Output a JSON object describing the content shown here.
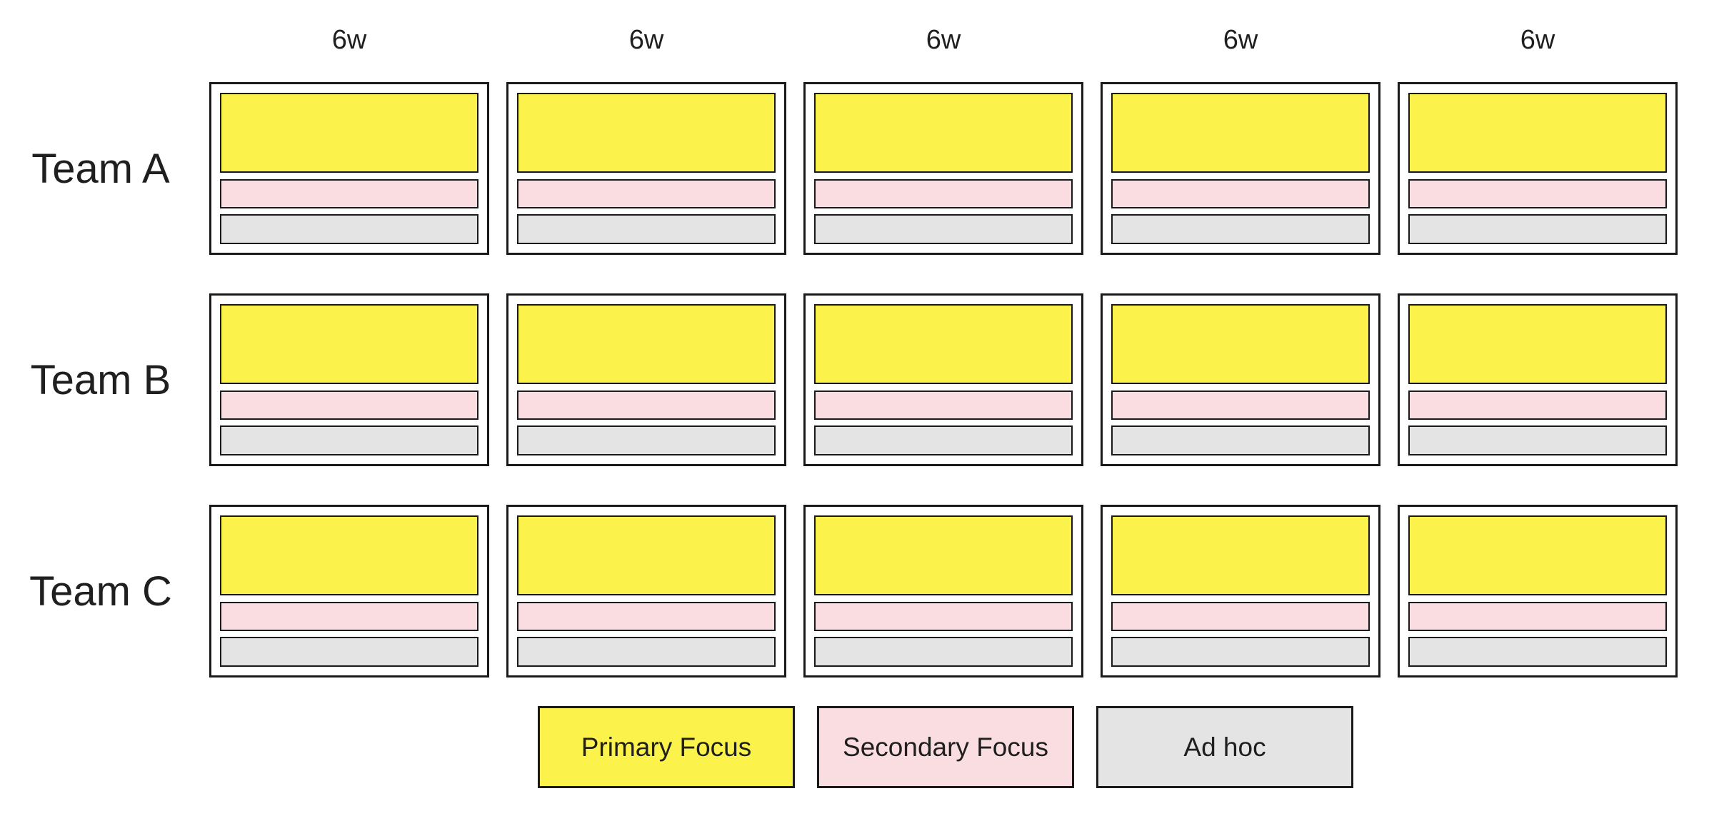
{
  "diagram": {
    "background_color": "#ffffff",
    "border_color": "#1a1a1a",
    "text_color": "#1f1f1f"
  },
  "columns": [
    {
      "label": "6w"
    },
    {
      "label": "6w"
    },
    {
      "label": "6w"
    },
    {
      "label": "6w"
    },
    {
      "label": "6w"
    }
  ],
  "teams": [
    {
      "label": "Team A"
    },
    {
      "label": "Team B"
    },
    {
      "label": "Team C"
    }
  ],
  "cell_bars": [
    {
      "name": "primary-focus",
      "color": "#fbf24c"
    },
    {
      "name": "secondary-focus",
      "color": "#fadde1"
    },
    {
      "name": "ad-hoc",
      "color": "#e4e4e4"
    }
  ],
  "legend": {
    "items": [
      {
        "label": "Primary Focus",
        "color": "#fbf24c"
      },
      {
        "label": "Secondary Focus",
        "color": "#fadde1"
      },
      {
        "label": "Ad hoc",
        "color": "#e4e4e4"
      }
    ]
  }
}
